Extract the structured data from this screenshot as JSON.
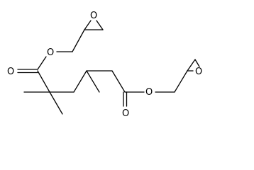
{
  "structure": {
    "atom_labels": {
      "ester_carbonyl_oxygen_left": "O",
      "ester_oxygen_left": "O",
      "epoxide_oxygen_left": "O",
      "ester_carbonyl_oxygen_right": "O",
      "ester_oxygen_right": "O",
      "epoxide_oxygen_right": "O"
    }
  },
  "colors": {
    "bond": "#000000",
    "label": "#000000",
    "background": "#ffffff"
  }
}
